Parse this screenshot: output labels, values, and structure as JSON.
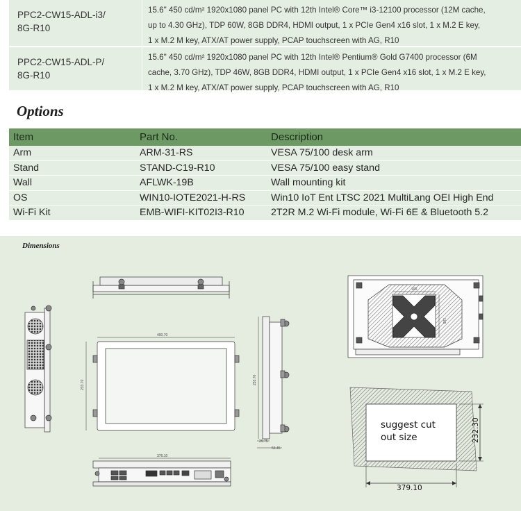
{
  "models": [
    {
      "id_line1": "PPC2-CW15-ADL-i3/",
      "id_line2": "8G-R10",
      "desc_lines": [
        "15.6\" 450 cd/m² 1920x1080 panel PC with 12th Intel® Core™ i3-12100 processor (12M cache,",
        "up to 4.30 GHz), TDP 60W, 8GB DDR4, HDMI output, 1 x PCIe Gen4 x16 slot, 1 x M.2 E key,",
        "1 x M.2 M key, ATX/AT power supply, PCAP touchscreen with AG, R10"
      ]
    },
    {
      "id_line1": "PPC2-CW15-ADL-P/",
      "id_line2": "8G-R10",
      "desc_lines": [
        "15.6\" 450 cd/m² 1920x1080 panel PC with 12th Intel® Pentium® Gold G7400 processor (6M",
        "cache, 3.70 GHz), TDP 46W, 8GB DDR4, HDMI output, 1 x PCIe Gen4 x16 slot, 1 x M.2 E key,",
        "1 x M.2 M key, ATX/AT power supply, PCAP touchscreen with AG, R10"
      ]
    }
  ],
  "options": {
    "title": "Options",
    "headers": [
      "Item",
      "Part No.",
      "Description"
    ],
    "rows": [
      [
        "Arm",
        "ARM-31-RS",
        "VESA 75/100 desk arm"
      ],
      [
        "Stand",
        "STAND-C19-R10",
        "VESA 75/100 easy stand"
      ],
      [
        "Wall",
        "AFLWK-19B",
        "Wall mounting kit"
      ],
      [
        "OS",
        "WIN10-IOTE2021-H-RS",
        "Win10 IoT Ent LTSC 2021 MultiLang OEI High End"
      ],
      [
        "Wi-Fi Kit",
        "EMB-WIFI-KIT02I3-R10",
        "2T2R M.2 Wi-Fi module, Wi-Fi 6E & Bluetooth 5.2"
      ]
    ]
  },
  "dimensions": {
    "title": "Dimensions",
    "front_width": "400.70",
    "front_height": "233.70",
    "side_height": "233.70",
    "side_depth_small": "29.75",
    "side_depth": "56.45",
    "bottom_width": "376.10",
    "vesa_h": "100",
    "vesa_v": "100",
    "cutout_label_1": "suggest cut",
    "cutout_label_2": "out size",
    "cutout_width": "379.10",
    "cutout_height": "232.30"
  },
  "colors": {
    "table_bg": "#e5eee2",
    "header_bg": "#6d9a64",
    "dims_bg": "#e4ede0"
  }
}
